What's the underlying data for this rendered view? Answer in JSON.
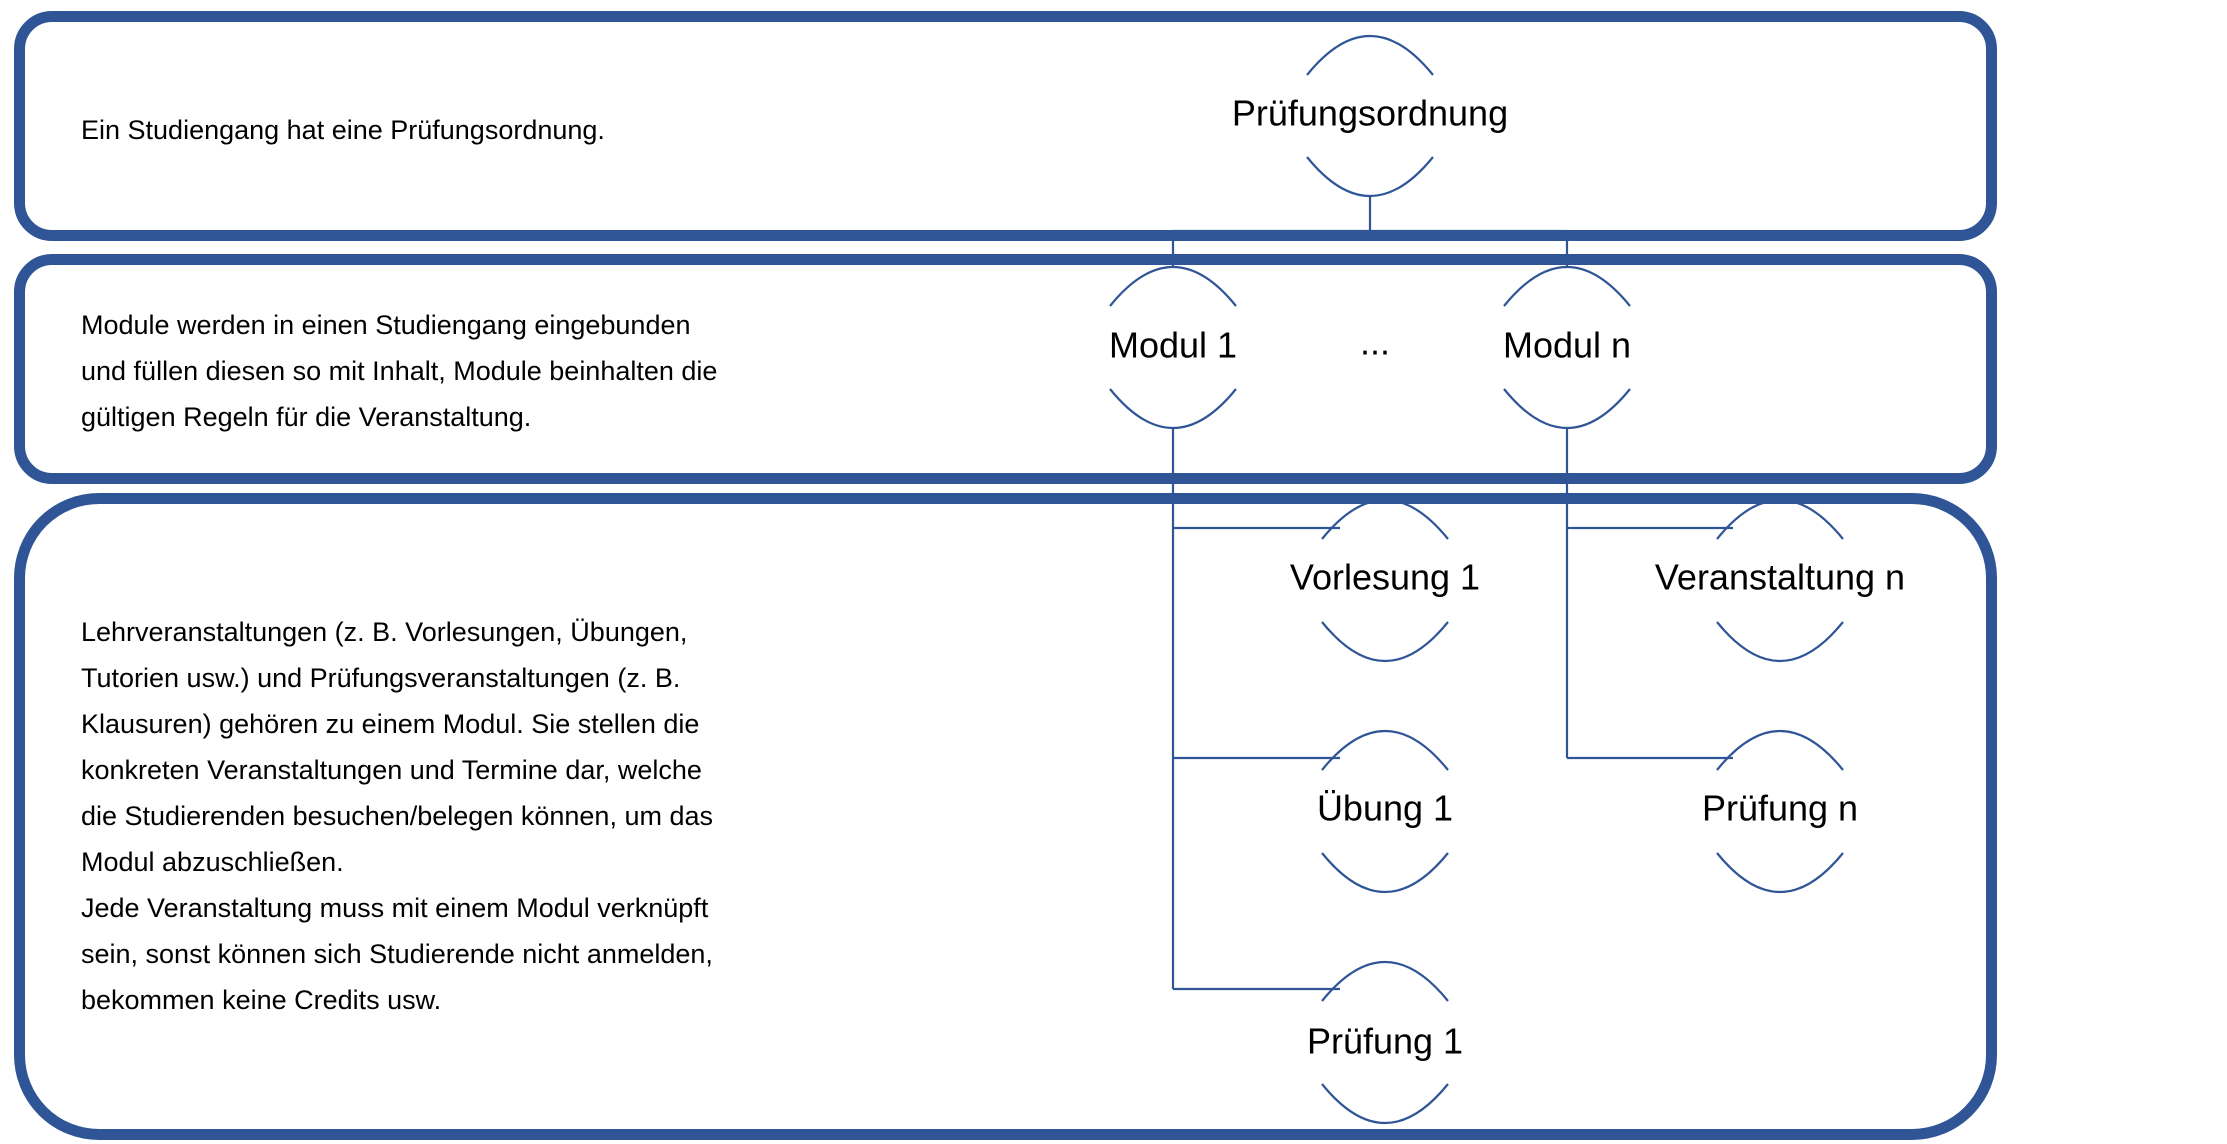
{
  "levels": {
    "studiengang": {
      "text": "Ein Studiengang hat eine Prüfungsordnung."
    },
    "module": {
      "text": "Module werden in einen Studiengang eingebunden\nund füllen diesen so mit Inhalt, Module beinhalten die\ngültigen Regeln für die Veranstaltung."
    },
    "veranstaltungen": {
      "text": "Lehrveranstaltungen (z. B. Vorlesungen, Übungen,\nTutorien usw.) und Prüfungsveranstaltungen (z. B.\nKlausuren) gehören zu einem Modul. Sie stellen die\nkonkreten Veranstaltungen und Termine dar, welche\ndie Studierenden besuchen/belegen können, um das\nModul abzuschließen.\nJede Veranstaltung muss mit einem Modul verknüpft\nsein, sonst können sich Studierende nicht anmelden,\nbekommen keine Credits usw."
    }
  },
  "tree": {
    "root": "Prüfungsordnung",
    "modul_1": "Modul 1",
    "ellipsis": "...",
    "modul_n": "Modul n",
    "vorlesung_1": "Vorlesung 1",
    "uebung_1": "Übung 1",
    "pruefung_1": "Prüfung 1",
    "veranstaltung_n": "Veranstaltung n",
    "pruefung_n": "Prüfung n"
  },
  "colors": {
    "accent": "#2F5597"
  }
}
